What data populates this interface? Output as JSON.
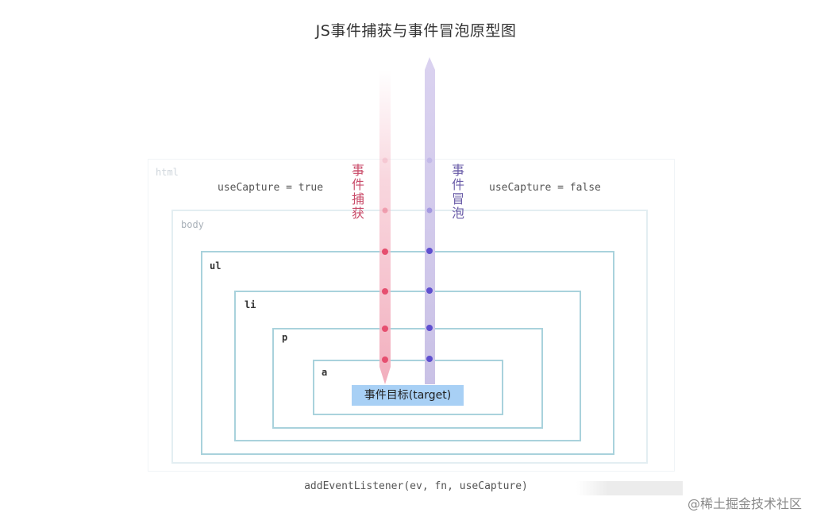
{
  "title": "JS事件捕获与事件冒泡原型图",
  "layers": {
    "html": "html",
    "body": "body",
    "ul": "ul",
    "li": "li",
    "p": "p",
    "a": "a"
  },
  "capture_label": "useCapture = true",
  "bubble_label": "useCapture = false",
  "capture_text": "事\n件\n捕\n获",
  "bubble_text": "事\n件\n冒\n泡",
  "target_label": "事件目标(target)",
  "signature": "addEventListener(ev, fn, useCapture)",
  "watermark": "@稀土掘金技术社区",
  "colors": {
    "capture": "#e64f6f",
    "bubble": "#5e4fcf",
    "box_border": "#a9d2dc",
    "target_bg": "#a8d0f5"
  }
}
